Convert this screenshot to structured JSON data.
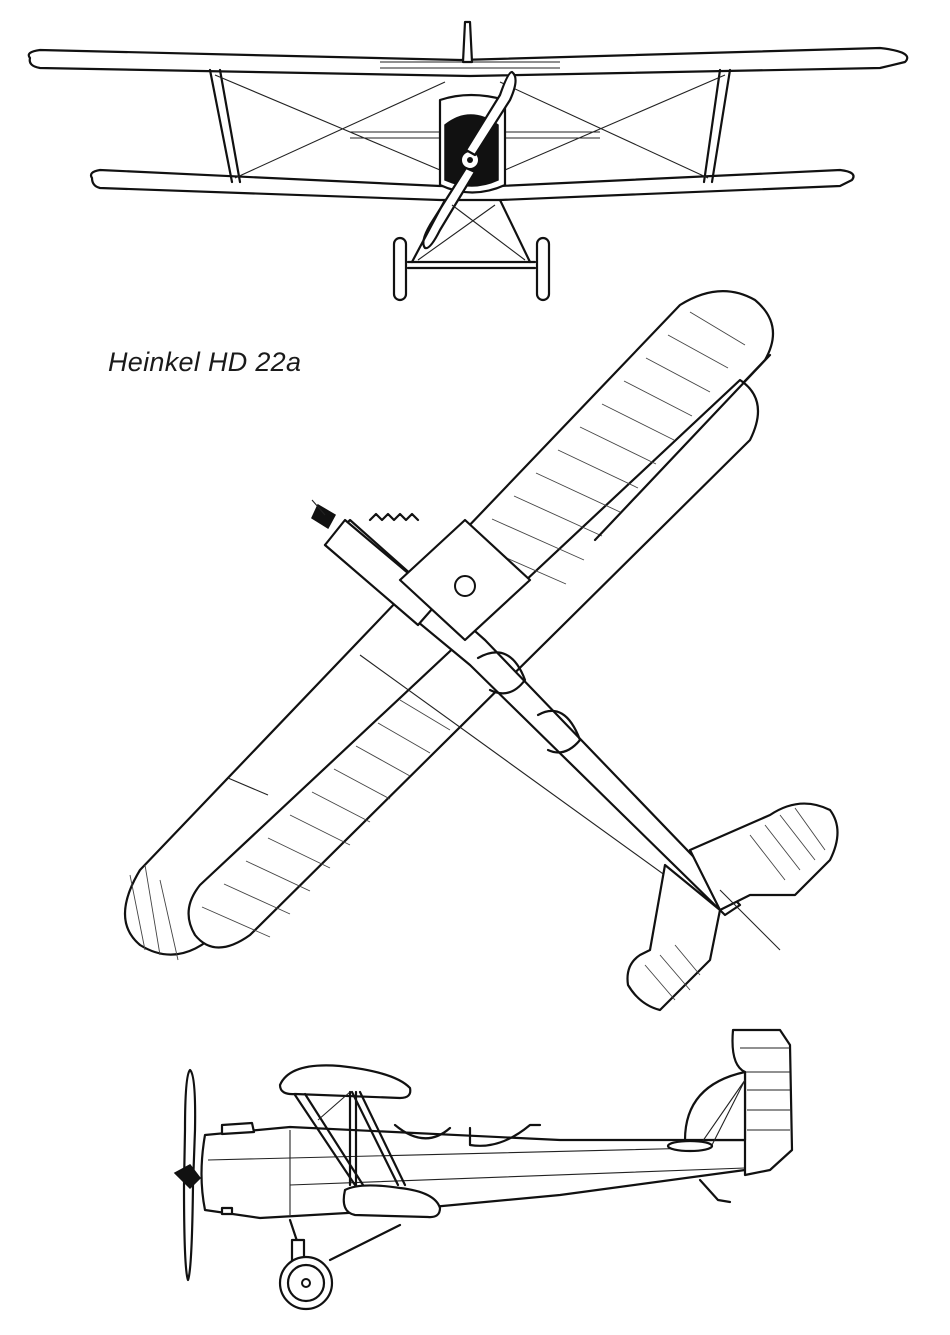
{
  "diagram": {
    "title": "Heinkel HD 22a",
    "type": "three-view aircraft line drawing",
    "views": [
      {
        "name": "front-view",
        "description": "Biplane seen from front with two-blade propeller, interplane struts, bracing wires and wheeled landing gear"
      },
      {
        "name": "top-view",
        "description": "Plan view rotated diagonally showing upper wing with rib hatching, fuselage, cockpits and tailplane"
      },
      {
        "name": "side-view",
        "description": "Profile view showing propeller, engine cowling, N-struts, two open cockpits, fin/rudder, tail skid and main wheel"
      }
    ],
    "colors": {
      "line": "#111111",
      "background": "#ffffff"
    }
  }
}
